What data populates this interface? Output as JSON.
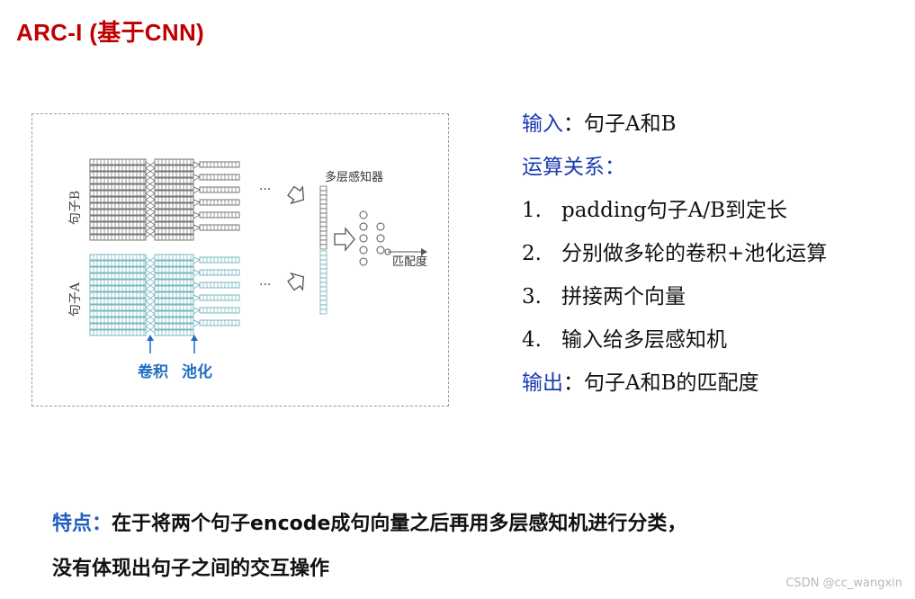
{
  "title": "ARC-I (基于CNN)",
  "diagram": {
    "sentence_b_label": "句子B",
    "sentence_a_label": "句子A",
    "ellipsis": "···",
    "mlp_label": "多层感知器",
    "match_label": "匹配度",
    "conv_label": "卷积",
    "pool_label": "池化",
    "colors": {
      "gray": "#555555",
      "teal": "#5aa7b3",
      "blue_label": "#1f6fc4"
    }
  },
  "right_panel": {
    "input_label": "输入",
    "input_text": "：句子A和B",
    "ops_label": "运算关系：",
    "steps": [
      {
        "num": "1.",
        "text": "padding句子A/B到定长"
      },
      {
        "num": "2.",
        "text": "分别做多轮的卷积+池化运算"
      },
      {
        "num": "3.",
        "text": "拼接两个向量"
      },
      {
        "num": "4.",
        "text": "输入给多层感知机"
      }
    ],
    "output_label": "输出",
    "output_text": "：句子A和B的匹配度"
  },
  "bottom": {
    "feature_label": "特点：",
    "line1_text": "在于将两个句子encode成句向量之后再用多层感知机进行分类，",
    "line2_text": "没有体现出句子之间的交互操作"
  },
  "watermark": "CSDN @cc_wangxin"
}
